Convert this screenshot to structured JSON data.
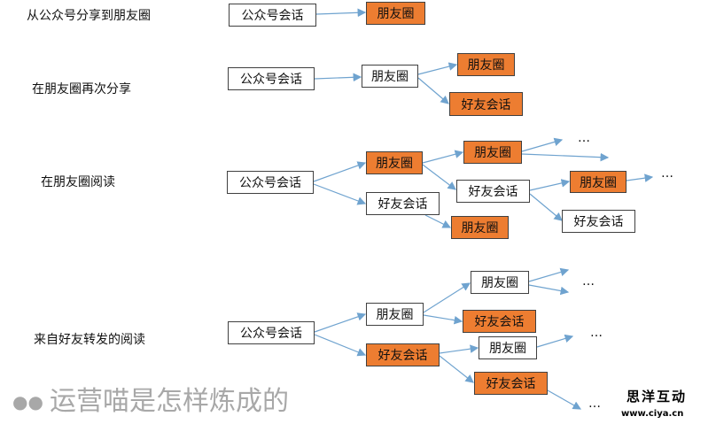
{
  "sections": [
    {
      "label": "从公众号分享到朋友圈",
      "nodes": [
        "公众号会话",
        "朋友圈"
      ]
    },
    {
      "label": "在朋友圈再次分享",
      "nodes": [
        "公众号会话",
        "朋友圈",
        "朋友圈",
        "好友会话"
      ]
    },
    {
      "label": "在朋友圈阅读",
      "nodes": [
        "公众号会话",
        "朋友圈",
        "好友会话",
        "朋友圈",
        "好友会话",
        "朋友圈",
        "朋友圈",
        "好友会话"
      ]
    },
    {
      "label": "来自好友转发的阅读",
      "nodes": [
        "公众号会话",
        "朋友圈",
        "好友会话",
        "朋友圈",
        "好友会话",
        "朋友圈",
        "好友会话"
      ]
    }
  ],
  "ellipsis": "…",
  "colors": {
    "highlight": "#ED7D31",
    "arrow": "#6FA3CF",
    "border": "#404040"
  },
  "watermark": {
    "text": "运营喵是怎样炼成的",
    "icon": "wechat-icon"
  },
  "logo": {
    "name": "思洋互动",
    "url": "www.ciya.cn"
  }
}
